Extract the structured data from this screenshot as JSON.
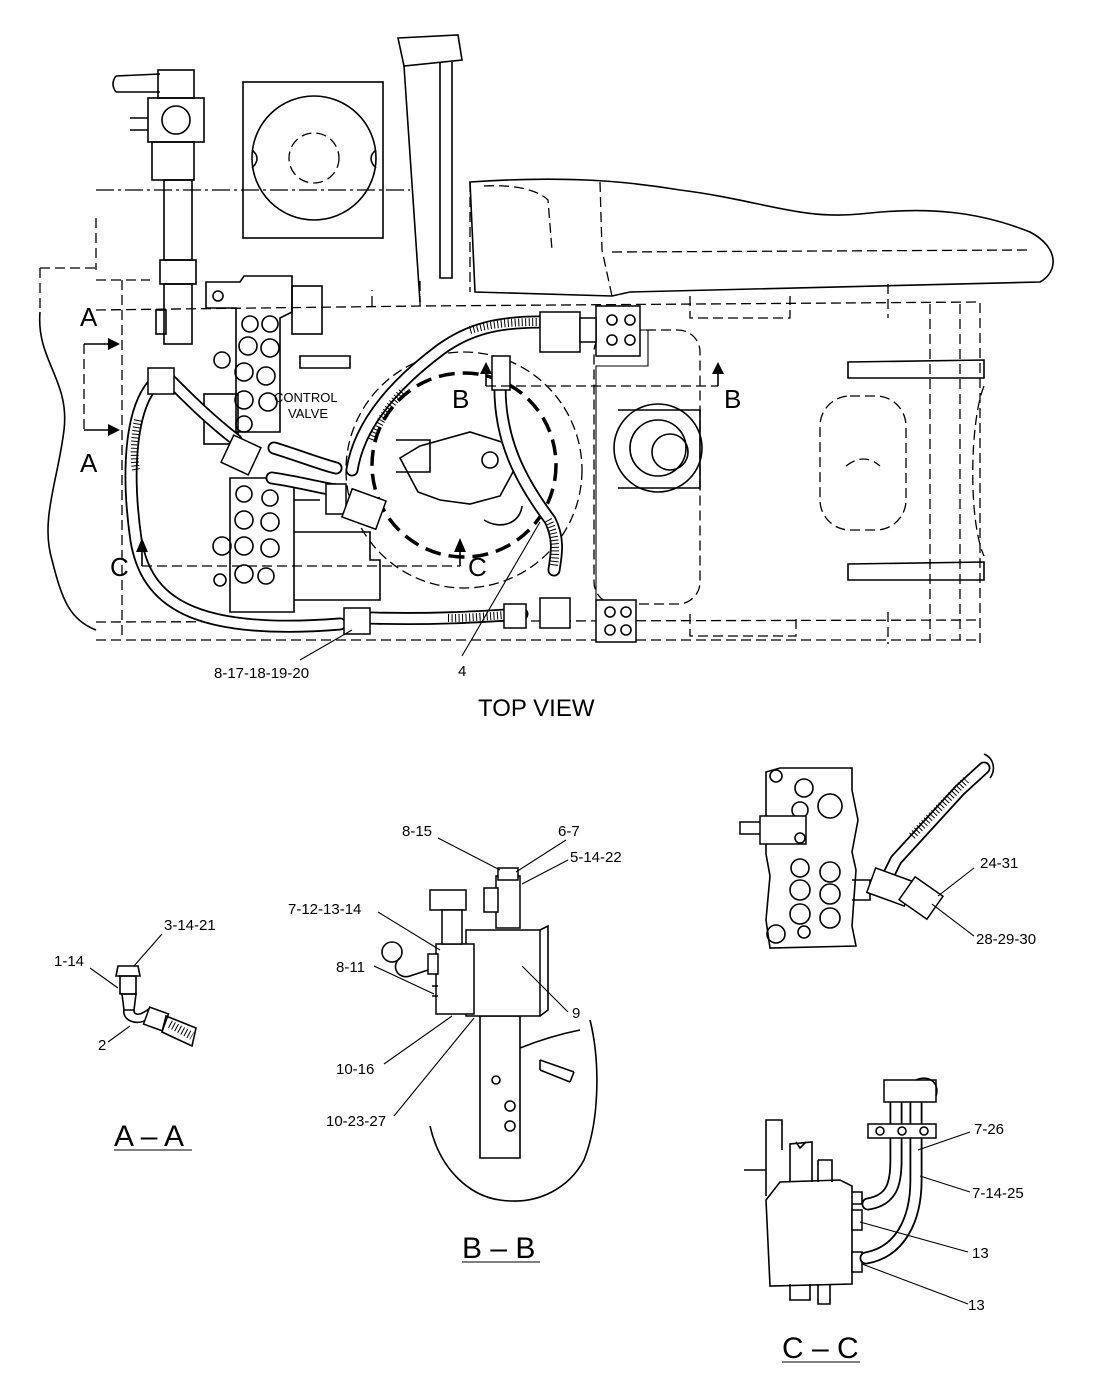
{
  "top_view": {
    "title": "TOP VIEW",
    "control_valve_line1": "CONTROL",
    "control_valve_line2": "VALVE",
    "cut_markers": {
      "a_upper": "A",
      "a_lower": "A",
      "b_left": "B",
      "b_right": "B",
      "c_left": "C",
      "c_right": "C"
    },
    "callouts": {
      "clamp": "8-17-18-19-20",
      "hose": "4"
    }
  },
  "section_aa": {
    "label": "A – A",
    "callouts": {
      "fitting_top": "3-14-21",
      "fitting_left": "1-14",
      "elbow": "2"
    }
  },
  "section_bb": {
    "label": "B – B",
    "callouts": {
      "top_left": "8-15",
      "top_right": "6-7",
      "right_upper": "5-14-22",
      "left_upper": "7-12-13-14",
      "left_middle": "8-11",
      "bracket": "9",
      "bottom_1": "10-16",
      "bottom_2": "10-23-27"
    }
  },
  "detail_valve": {
    "callouts": {
      "upper": "24-31",
      "lower": "28-29-30"
    }
  },
  "section_cc": {
    "label": "C – C",
    "callouts": {
      "pipe_top": "7-26",
      "pipe_mid": "7-14-25",
      "port_upper": "13",
      "port_lower": "13"
    }
  }
}
